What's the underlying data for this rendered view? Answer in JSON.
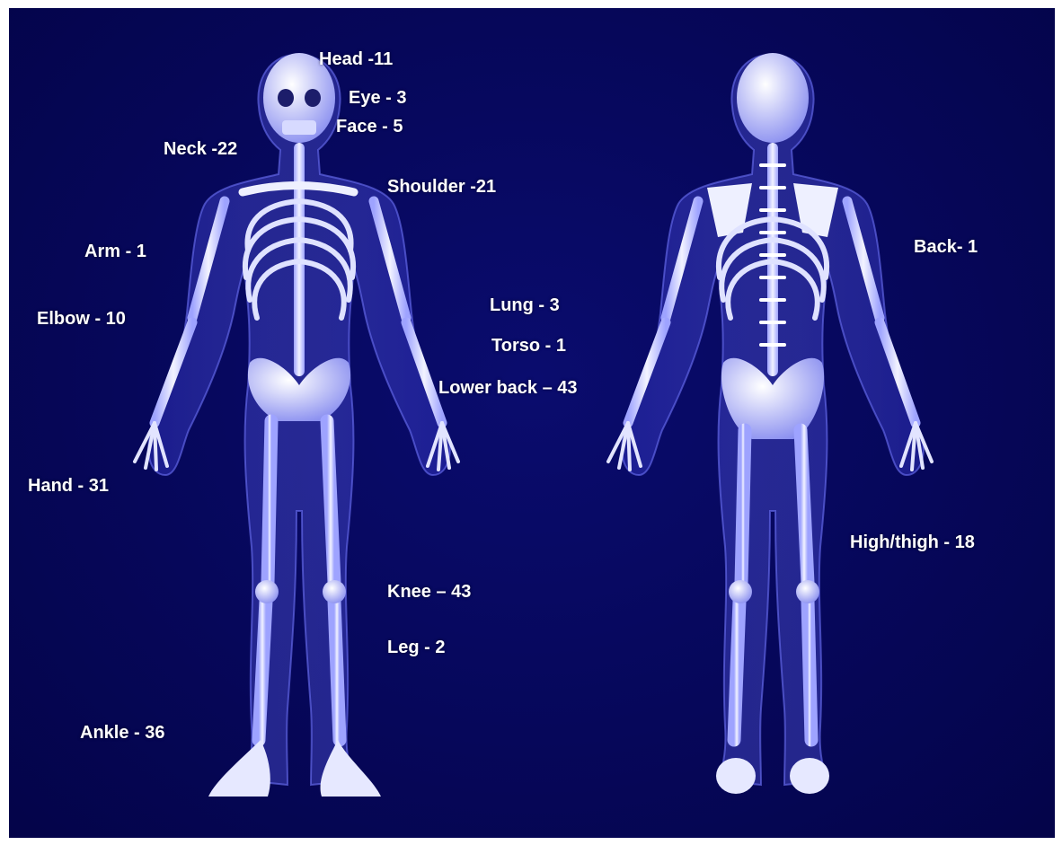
{
  "colors": {
    "background": "#06075a",
    "frame": "#ffffff",
    "body_glow": "#4f52e0",
    "bone": "#e6e8ff",
    "label": "#ffffff"
  },
  "figures": [
    {
      "view": "front",
      "name": "front-figure"
    },
    {
      "view": "back",
      "name": "back-figure"
    }
  ],
  "labels": {
    "head": "Head -11",
    "eye": "Eye - 3",
    "face": "Face - 5",
    "neck": "Neck -22",
    "shoulder": "Shoulder -21",
    "arm": "Arm - 1",
    "elbow": "Elbow - 10",
    "lung": "Lung - 3",
    "torso": "Torso - 1",
    "lower_back": "Lower back – 43",
    "hand": "Hand - 31",
    "knee": "Knee – 43",
    "leg": "Leg - 2",
    "ankle": "Ankle - 36",
    "back": "Back- 1",
    "thigh": "High/thigh - 18"
  }
}
